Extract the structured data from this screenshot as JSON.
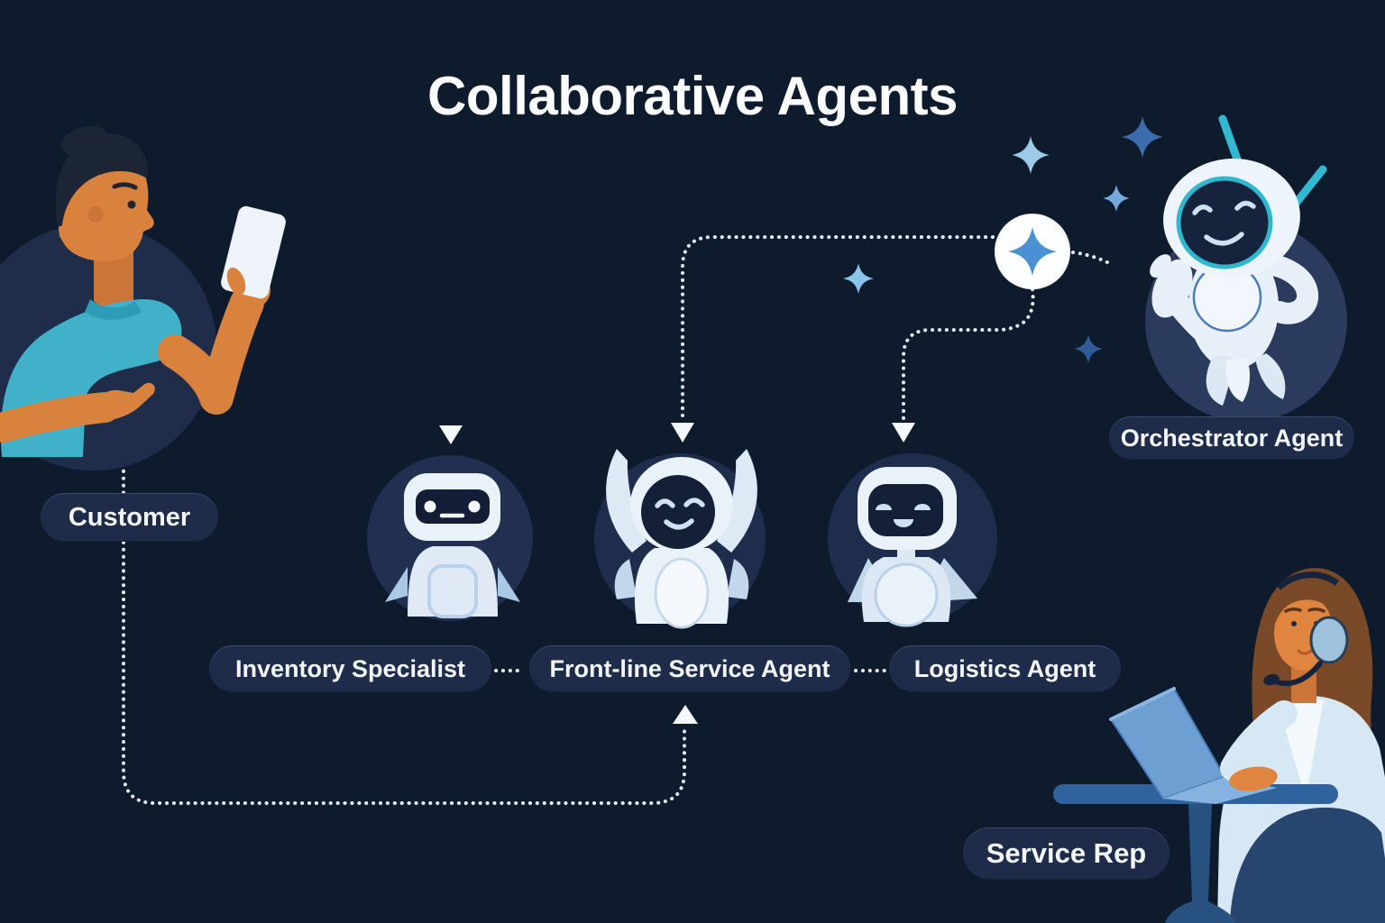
{
  "title": "Collaborative Agents",
  "labels": {
    "customer": "Customer",
    "inventory_specialist": "Inventory Specialist",
    "frontline_service_agent": "Front-line Service Agent",
    "logistics_agent": "Logistics Agent",
    "orchestrator_agent": "Orchestrator Agent",
    "service_rep": "Service Rep"
  },
  "palette": {
    "background": "#0e1b2d",
    "node_circle": "#1f2d4c",
    "orchestrator_circle": "#2b3b5e",
    "pill_background": "#1e2c4a",
    "text": "#f3f7fb",
    "robot_body": "#e9f1f9",
    "robot_face_screen": "#141f38",
    "accent_teal": "#31b9d2",
    "shirt_teal": "#41b1c9",
    "skin_orange": "#d9823e",
    "hair_brown": "#7a4a28",
    "sparkle_light": "#9ccbe9",
    "sparkle_medium": "#6fa9db",
    "sparkle_dark": "#2d5c97",
    "sparkle_badge": "#4a90d4",
    "laptop_blue": "#6d9fd2",
    "table_blue": "#2e639e",
    "dotted_line": "#e9eef6"
  }
}
